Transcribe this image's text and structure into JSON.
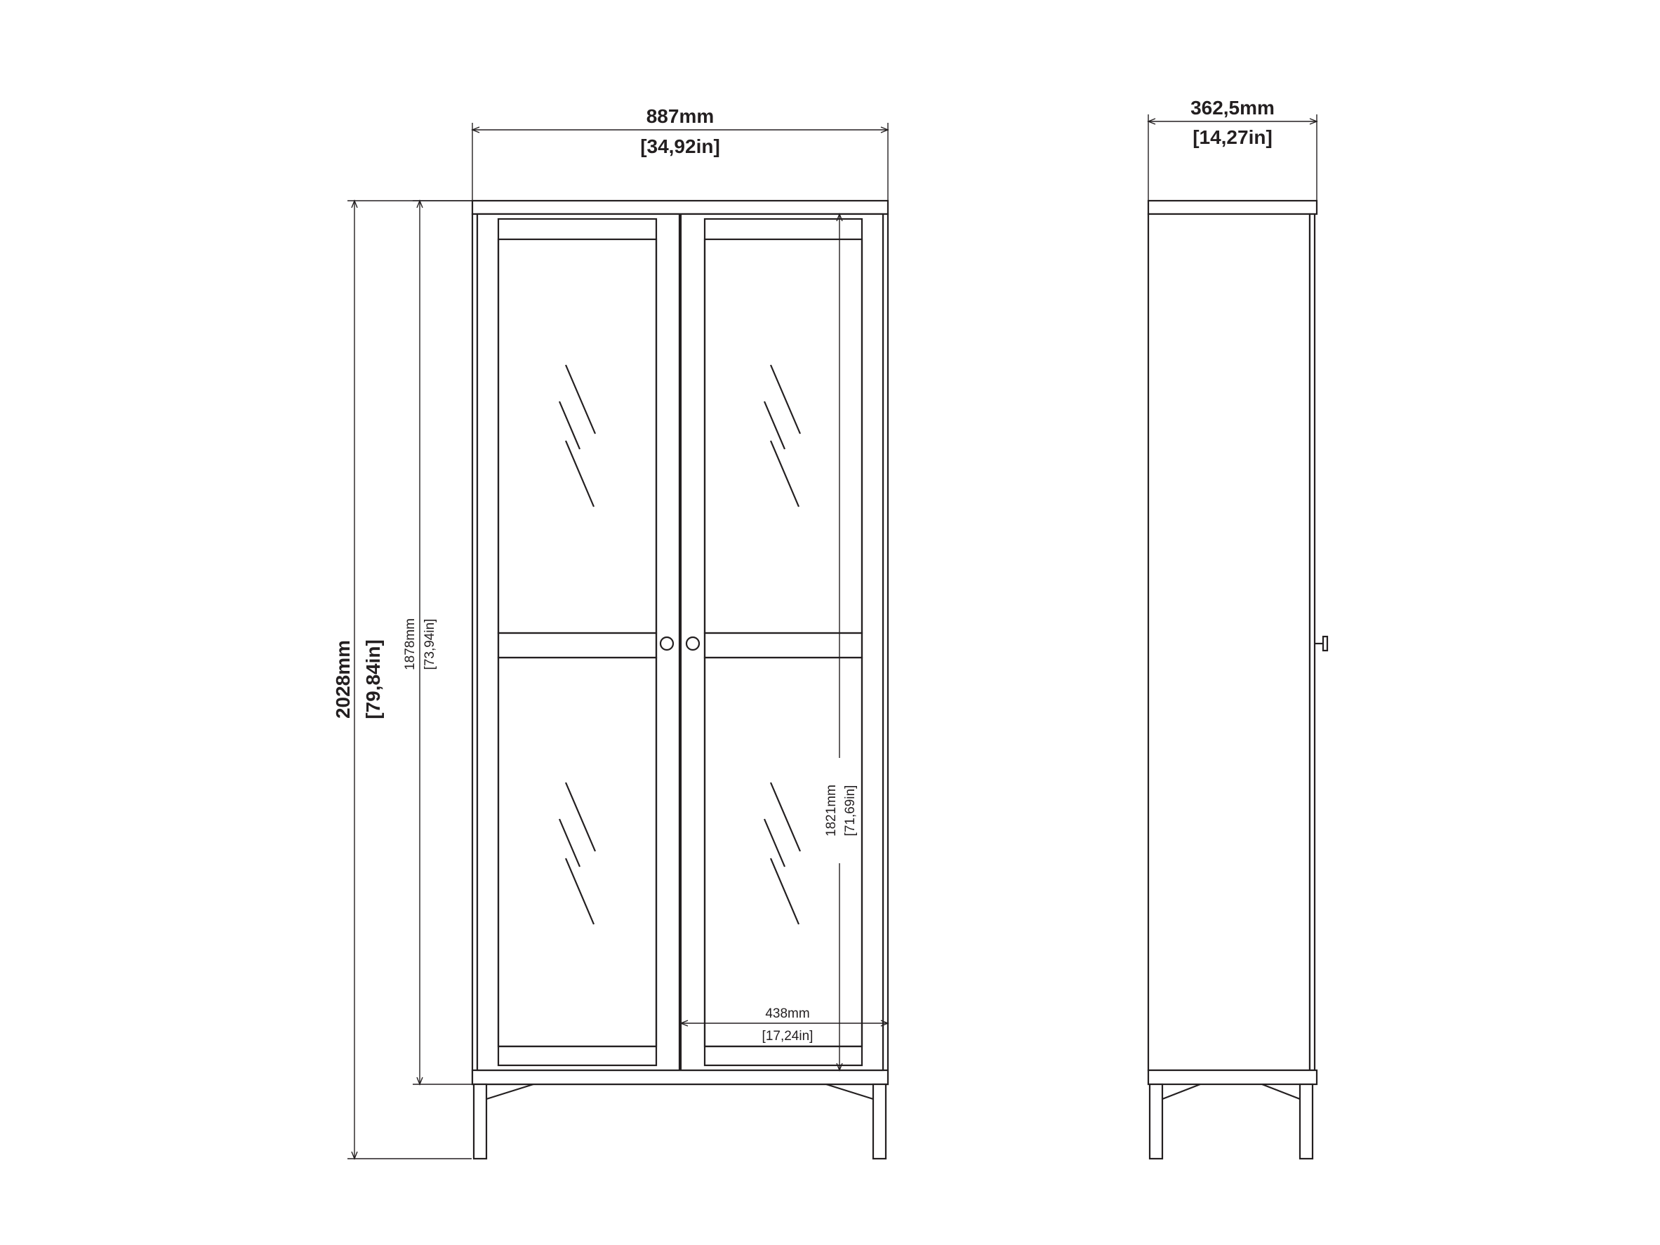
{
  "front_view": {
    "width_mm": "887mm",
    "width_in": "[34,92in]",
    "height_total_mm": "2028mm",
    "height_total_in": "[79,84in]",
    "height_body_mm": "1878mm",
    "height_body_in": "[73,94in]",
    "door_height_mm": "1821mm",
    "door_height_in": "[71,69in]",
    "door_width_mm": "438mm",
    "door_width_in": "[17,24in]"
  },
  "side_view": {
    "depth_mm": "362,5mm",
    "depth_in": "[14,27in]"
  }
}
